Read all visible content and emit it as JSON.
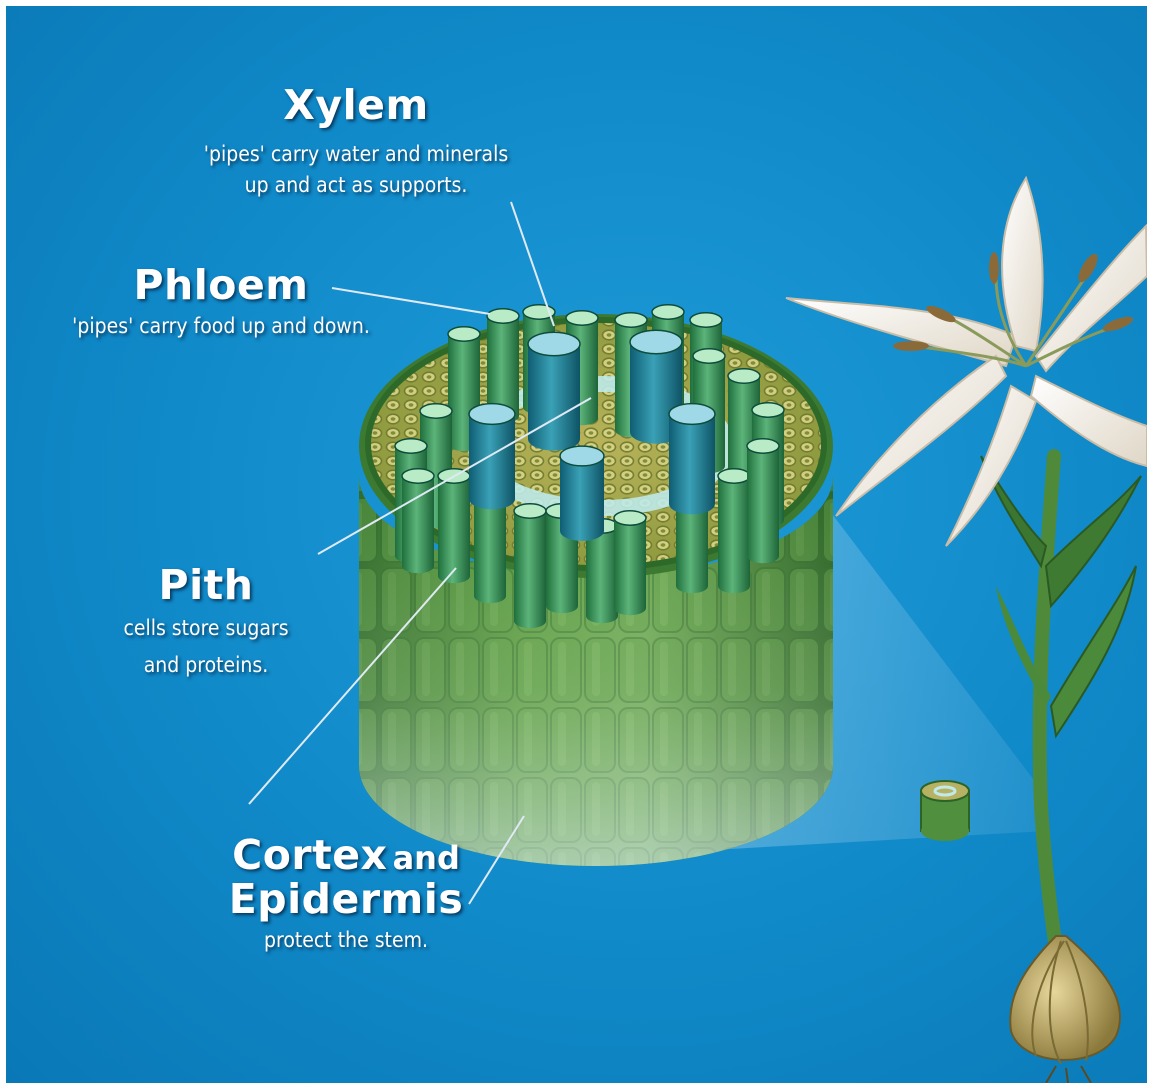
{
  "labels": {
    "xylem": {
      "title": "Xylem",
      "line1": "'pipes' carry water and minerals",
      "line2": "up and act as supports."
    },
    "phloem": {
      "title": "Phloem",
      "line1": "'pipes' carry food up and down."
    },
    "pith": {
      "title": "Pith",
      "line1": "cells store sugars",
      "line2": "and proteins."
    },
    "cortex": {
      "title_part1": "Cortex",
      "title_part2": "and",
      "title_line2": "Epidermis",
      "line1": "protect the stem."
    }
  },
  "colors": {
    "background": "#1089c8",
    "label_text": "#ffffff",
    "xylem_tube": "#1f7f95",
    "phloem_tube": "#3f9a62",
    "cortex": "#4e8c3c",
    "petal": "#f4efe6"
  },
  "illustration": {
    "subject": "stem cross-section",
    "plant": "lily-flower",
    "bulb": "bulb-icon"
  }
}
